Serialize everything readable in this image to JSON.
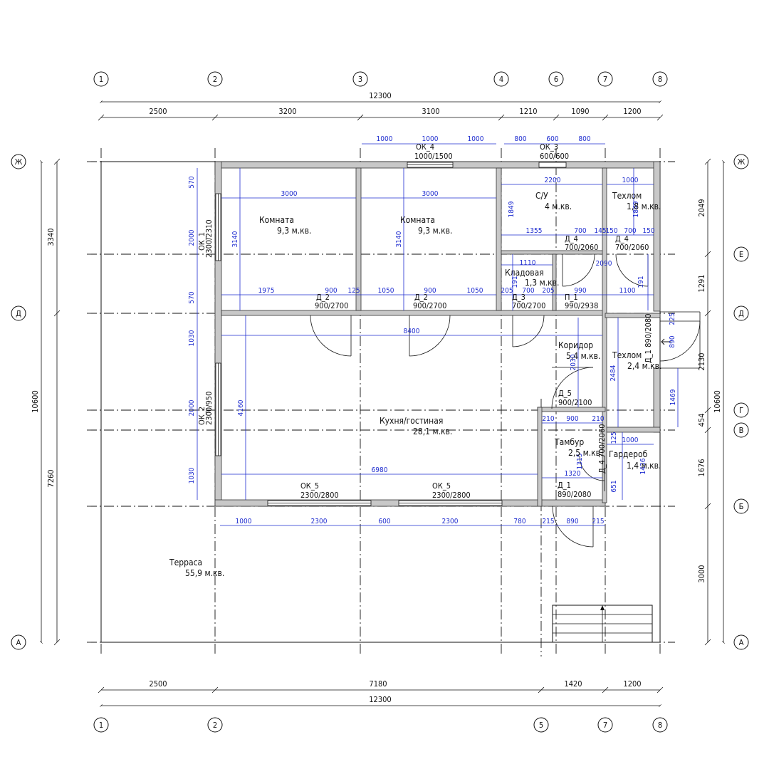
{
  "axes": {
    "top_labels": [
      "1",
      "2",
      "3",
      "4",
      "6",
      "7",
      "8"
    ],
    "bottom_labels": [
      "1",
      "2",
      "5",
      "7",
      "8"
    ],
    "left_labels": [
      "Ж",
      "Д",
      "А"
    ],
    "right_labels": [
      "Ж",
      "Е",
      "Д",
      "Г",
      "В",
      "Б",
      "А"
    ]
  },
  "dims": {
    "top_total": "12300",
    "top_segments": [
      "2500",
      "3200",
      "3100",
      "1210",
      "1090",
      "1200"
    ],
    "top_windows_a": [
      "1000",
      "1000",
      "1000"
    ],
    "top_windows_b": [
      "800",
      "600",
      "800"
    ],
    "bottom_total": "12300",
    "bottom_segments": [
      "2500",
      "7180",
      "1420",
      "1200"
    ],
    "left_outer": [
      "3340",
      "10600",
      "7260"
    ],
    "left_inner": [
      "570",
      "2000",
      "570",
      "1030",
      "2000",
      "1030"
    ],
    "right_outer": [
      "10600"
    ],
    "right_inner": [
      "2049",
      "1291",
      "2130",
      "454",
      "1676",
      "3000"
    ],
    "facade": [
      "1000",
      "2300",
      "600",
      "2300",
      "780",
      "215",
      "890",
      "215"
    ]
  },
  "rooms": [
    {
      "name": "Комната",
      "area": "9,3 м.кв."
    },
    {
      "name": "Комната",
      "area": "9,3 м.кв."
    },
    {
      "name": "С/У",
      "area": "4 м.кв."
    },
    {
      "name": "Техлом",
      "area": "1,8 м.кв."
    },
    {
      "name": "Кладовая",
      "area": "1,3 м.кв."
    },
    {
      "name": "Коридор",
      "area": "5,4 м.кв."
    },
    {
      "name": "Техлом",
      "area": "2,4 м.кв."
    },
    {
      "name": "Кухня/гостиная",
      "area": "28,1 м.кв."
    },
    {
      "name": "Тамбур",
      "area": "2,5 м.кв."
    },
    {
      "name": "Гардероб",
      "area": "1,4 м.кв."
    },
    {
      "name": "Терраса",
      "area": "55,9 м.кв."
    }
  ],
  "openings": {
    "ok4": [
      "ОК_4",
      "1000/1500"
    ],
    "ok3": [
      "ОК_3",
      "600/600"
    ],
    "ok1": [
      "ОК_1",
      "2300/2310"
    ],
    "ok2": [
      "ОК_2",
      "2300/950"
    ],
    "ok5a": [
      "ОК_5",
      "2300/2800"
    ],
    "ok5b": [
      "ОК_5",
      "2300/2800"
    ],
    "d2a": [
      "Д_2",
      "900/2700"
    ],
    "d2b": [
      "Д_2",
      "900/2700"
    ],
    "d3": [
      "Д_3",
      "700/2700"
    ],
    "p1": [
      "П_1",
      "990/2938"
    ],
    "d4a": [
      "Д_4",
      "700/2060"
    ],
    "d4b": [
      "Д_4",
      "700/2060"
    ],
    "d5": [
      "Д_5",
      "900/2100"
    ],
    "d1": [
      "Д_1",
      "890/2080"
    ],
    "d1v": "Д_1  890/2080",
    "d4v": "Д_4  700/2060"
  },
  "inner_dims": {
    "room1_w": "3000",
    "room2_w": "3000",
    "room_h1": "3140",
    "room_h2": "3140",
    "su_w": "2200",
    "su_h": "1849",
    "tech_w": "1000",
    "tech_h": "1849",
    "su_1355": "1355",
    "su_700": "700",
    "su_145": "145",
    "su_150a": "150",
    "su_700b": "700",
    "su_150b": "150",
    "wall_1975": "1975",
    "wall_900a": "900",
    "wall_125": "125",
    "wall_1050a": "1050",
    "wall_900b": "900",
    "wall_1050b": "1050",
    "k_205a": "205",
    "k_700": "700",
    "k_205b": "205",
    "k_990": "990",
    "k_1100": "1100",
    "k_1110": "1110",
    "k_191a": "191",
    "k_2090": "2090",
    "k_191b": "191",
    "kitchen_w": "8400",
    "kitchen_h": "4160",
    "cor_2030": "2030",
    "tech2_2484": "2484",
    "tech2_1469": "1469",
    "tech2_890": "890",
    "tech2_225": "225",
    "t_210a": "210",
    "t_900": "900",
    "t_210b": "210",
    "t_1320": "1320",
    "t_1315": "1315",
    "g_1000": "1000",
    "g_1436": "1436",
    "g_651": "651",
    "g_125": "125",
    "bottom_6980": "6980"
  }
}
